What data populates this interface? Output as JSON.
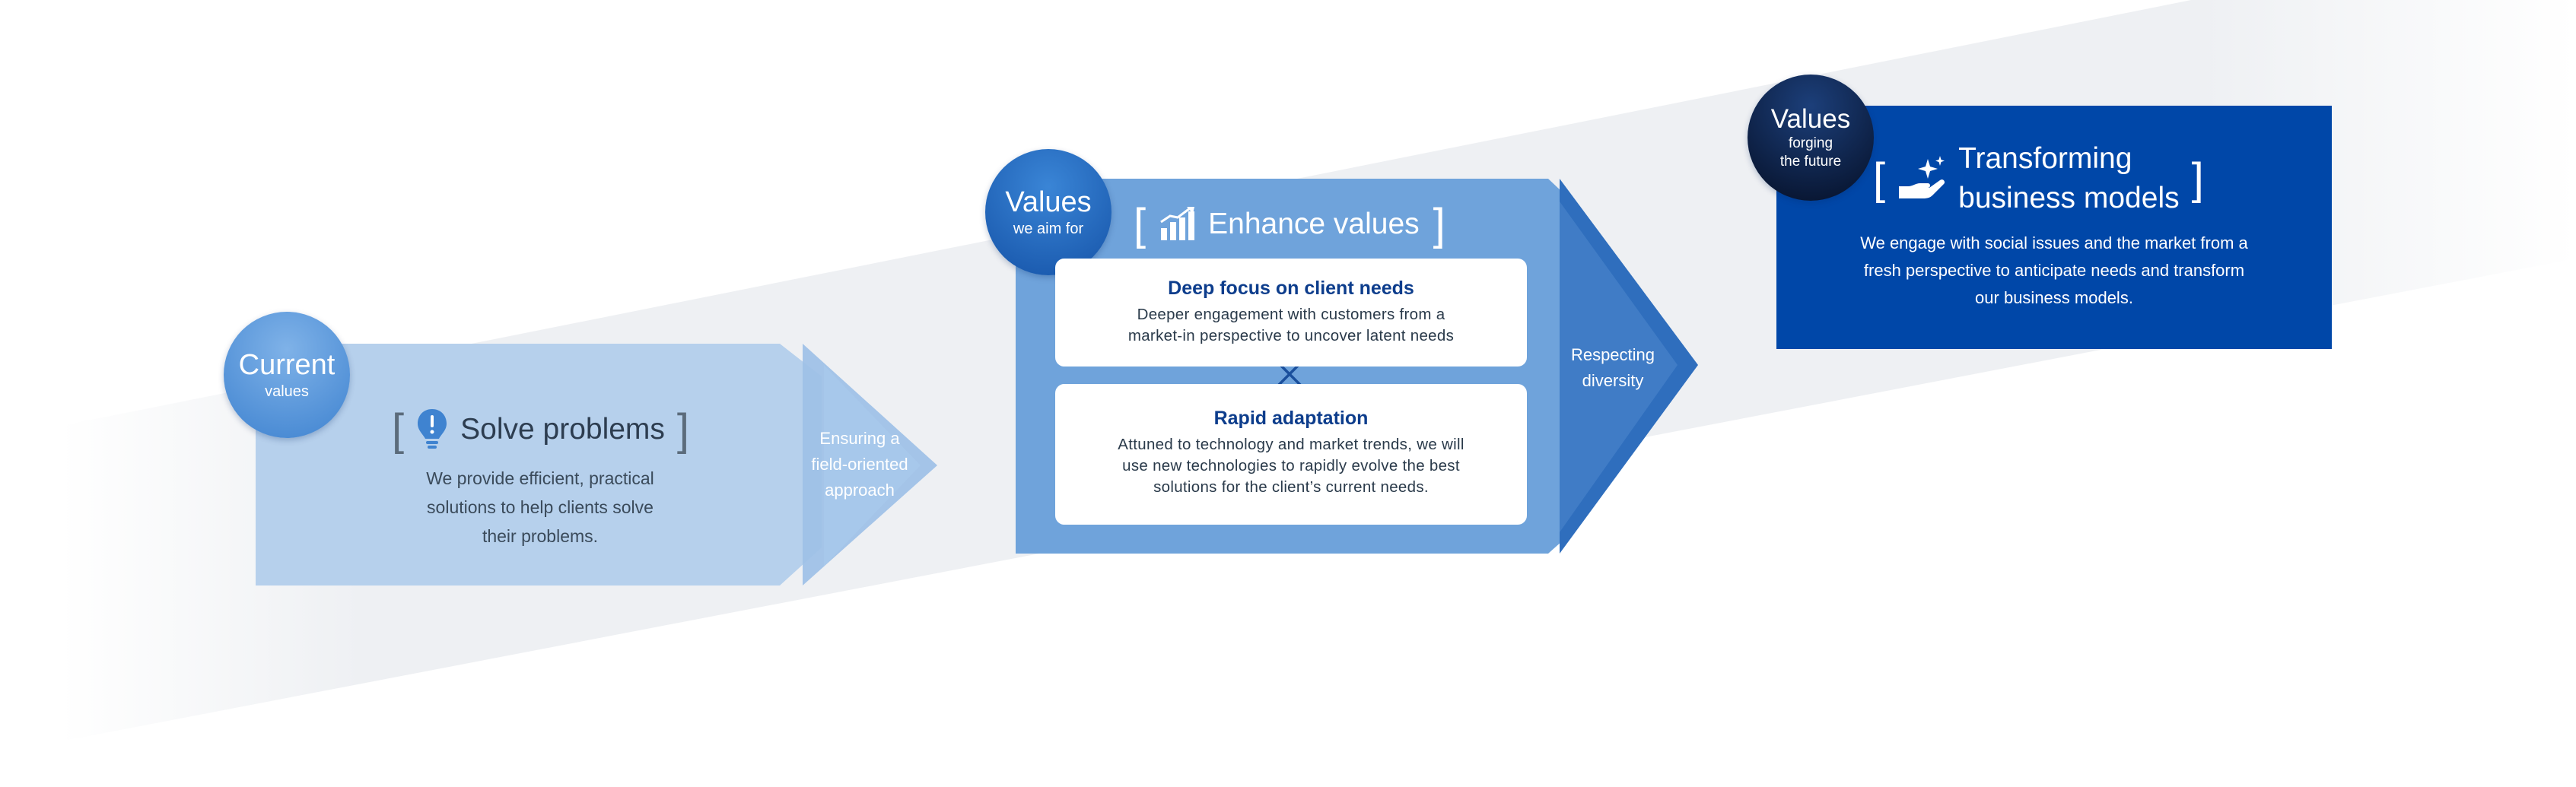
{
  "stages": {
    "current": {
      "badge_big": "Current",
      "badge_small": "values",
      "title": "Solve problems",
      "body_lines": [
        "We provide efficient, practical",
        "solutions to help clients solve",
        "their problems."
      ],
      "icon": "lightbulb-icon"
    },
    "aim": {
      "badge_big": "Values",
      "badge_small": "we aim for",
      "title": "Enhance values",
      "icon": "bar-chart-icon",
      "cards": [
        {
          "title": "Deep focus on client needs",
          "lines": [
            "Deeper engagement with customers from a",
            "market-in perspective to uncover latent needs"
          ]
        },
        {
          "title": "Rapid adaptation",
          "lines": [
            "Attuned to technology and market trends, we will",
            "use new technologies to rapidly evolve the best",
            "solutions for the client’s current needs."
          ]
        }
      ],
      "joiner_icon": "cross-icon"
    },
    "future": {
      "badge_big": "Values",
      "badge_small_lines": [
        "forging",
        "the future"
      ],
      "title_lines": [
        "Transforming",
        "business models"
      ],
      "icon": "hand-sparkle-icon",
      "body_lines": [
        "We engage with social issues and  the market from a",
        "fresh perspective to anticipate needs and transform",
        "our business models."
      ]
    }
  },
  "connectors": {
    "first": {
      "lines": [
        "Ensuring a",
        "field-oriented",
        "approach"
      ]
    },
    "second": {
      "lines": [
        "Respecting",
        "diversity"
      ]
    }
  },
  "colors": {
    "stage1": "#b6d0ec",
    "stage1_arrow": "#98bde6",
    "stage2": "#6fa3db",
    "stage2_arrow": "#2f6ebd",
    "stage3": "#0047a8",
    "badge_current": "#4d8fd6",
    "badge_aim": "#1a5fb4",
    "badge_future": "#0a1a3c",
    "band": "#eceef1"
  }
}
